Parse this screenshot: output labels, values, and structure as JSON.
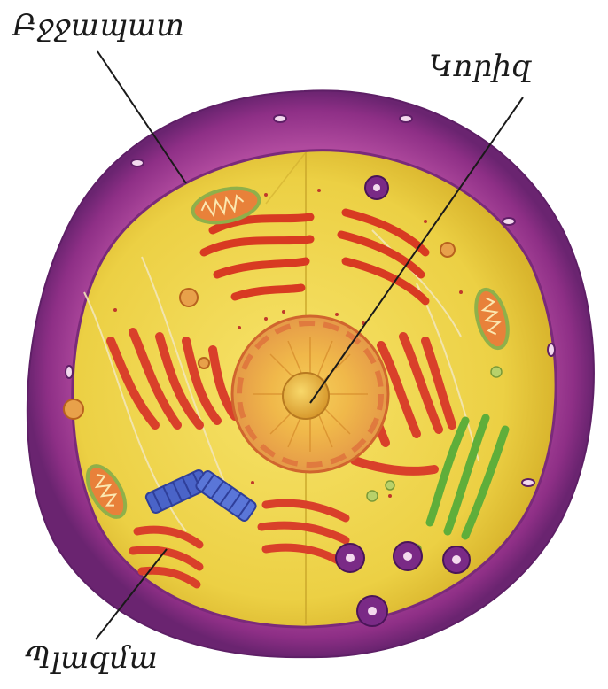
{
  "labels": {
    "membrane": "Բջջապատ",
    "nucleus": "Կորիզ",
    "cytoplasm": "Պլազմա"
  }
}
